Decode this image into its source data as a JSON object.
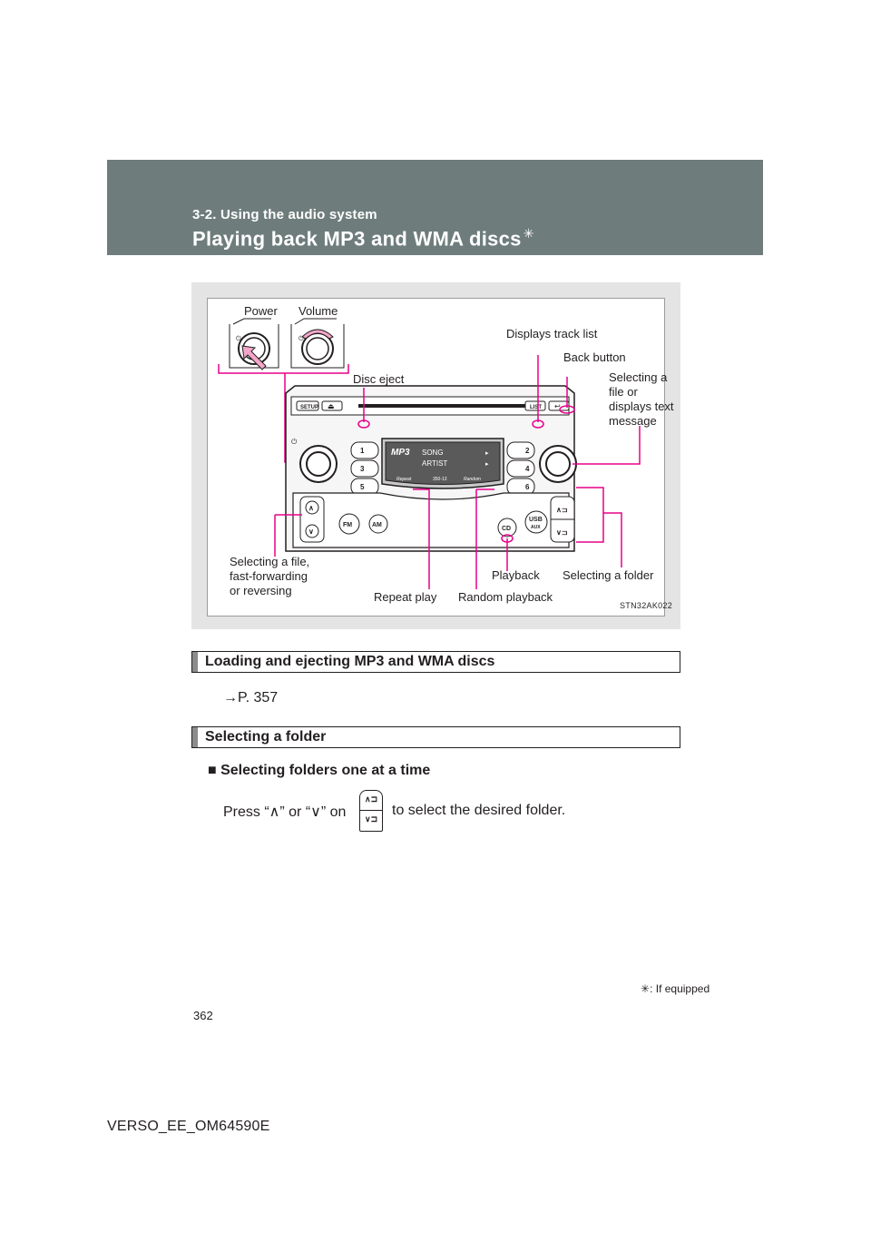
{
  "header": {
    "section": "3-2. Using the audio system",
    "title": "Playing back MP3 and WMA discs",
    "title_mark": "✳"
  },
  "figure": {
    "labels": {
      "power": "Power",
      "volume": "Volume",
      "displays_track_list": "Displays track list",
      "back_button": "Back button",
      "disc_eject": "Disc eject",
      "selecting_file_text": [
        "Selecting a",
        "file or",
        "displays text",
        "message"
      ],
      "selecting_file_ff": [
        "Selecting a file,",
        "fast-forwarding",
        "or reversing"
      ],
      "playback": "Playback",
      "selecting_folder": "Selecting a folder",
      "repeat_play": "Repeat play",
      "random_playback": "Random playback"
    },
    "unit_text": {
      "setup": "SETUP",
      "list": "LIST",
      "fm": "FM",
      "am": "AM",
      "cd": "CD",
      "usb": "USB",
      "aux": "AUX",
      "presets": [
        "1",
        "2",
        "3",
        "4",
        "5",
        "6"
      ],
      "screen_mode": "MP3",
      "screen_song": "SONG",
      "screen_artist": "ARTIST",
      "screen_repeat": "Repeat",
      "screen_time": "350-13",
      "screen_random": "Random"
    },
    "code": "STN32AK022",
    "colors": {
      "callout": "#e8008a",
      "panel_bg": "#e4e4e4"
    }
  },
  "sections": [
    {
      "heading": "Loading and ejecting MP3 and WMA discs",
      "ref": "→P. 357"
    },
    {
      "heading": "Selecting a folder",
      "subheading": "■ Selecting folders one at a time",
      "instruction_before": "Press “∧” or “∨” on",
      "instruction_after": "to select the desired folder."
    }
  ],
  "footnote": {
    "mark": "✳",
    "text": ": If equipped"
  },
  "page_number": "362",
  "doc_code": "VERSO_EE_OM64590E"
}
